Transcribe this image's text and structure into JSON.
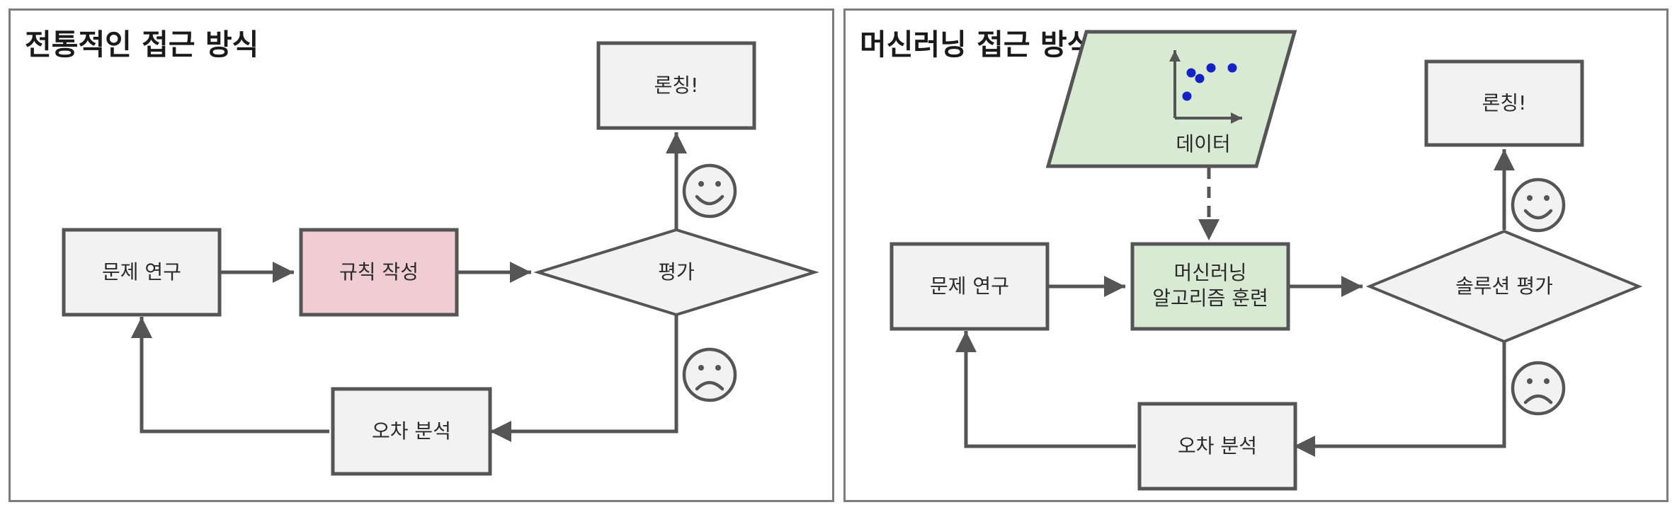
{
  "left": {
    "title": "전통적인 접근 방식",
    "nodes": {
      "study": "문제 연구",
      "rules": "규칙 작성",
      "evaluate": "평가",
      "launch": "론칭!",
      "errors": "오차 분석"
    }
  },
  "right": {
    "title": "머신러닝 접근 방식",
    "nodes": {
      "data": "데이터",
      "study": "문제 연구",
      "train_line1": "머신러닝",
      "train_line2": "알고리즘 훈련",
      "evaluate": "솔루션 평가",
      "launch": "론칭!",
      "errors": "오차 분석"
    }
  },
  "colors": {
    "box_fill": "#f2f2f2",
    "rules_fill": "#f0cdd2",
    "data_fill": "#d8ead3",
    "train_fill": "#d8ead3",
    "stroke": "#555555",
    "data_points": "#1522c4"
  },
  "icons": {
    "happy": "smiley-face-icon",
    "sad": "frowning-face-icon"
  }
}
